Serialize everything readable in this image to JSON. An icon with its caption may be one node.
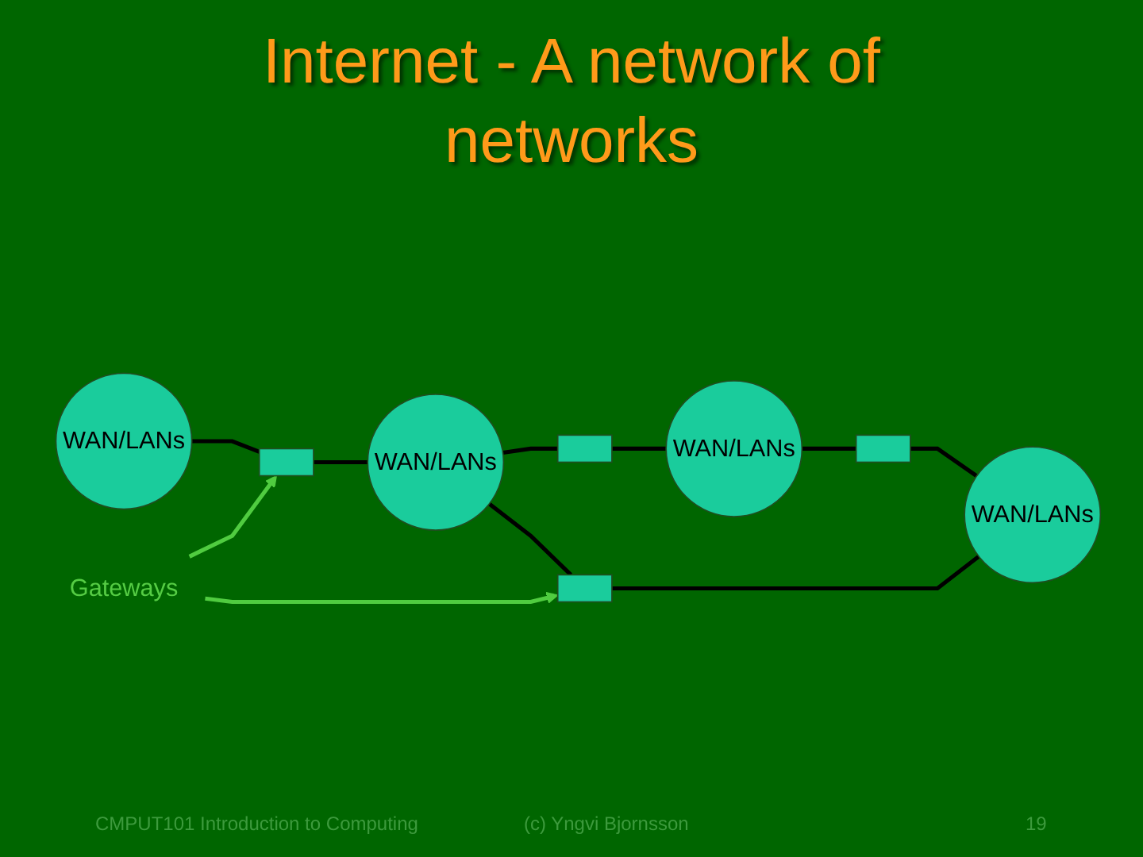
{
  "diagram": {
    "title": "Internet - A network of networks",
    "nodes": [
      {
        "text": [
          "WAN/LANs"
        ]
      },
      {
        "text": [],
        "shape": "box"
      },
      {
        "text": [
          "WAN/LANs"
        ]
      },
      {
        "text": [],
        "shape": "box"
      },
      {
        "text": [
          "WAN/LANs"
        ]
      },
      {
        "text": [
          "Gateways"
        ]
      },
      {
        "text": [],
        "shape": "box"
      },
      {
        "text": [],
        "shape": "box"
      },
      {
        "text": [
          "WAN/LANs"
        ]
      }
    ],
    "edges": [
      {
        "from": 0,
        "to": 1,
        "arrow": "none"
      },
      {
        "from": 1,
        "to": 2,
        "arrow": "none"
      },
      {
        "from": 2,
        "to": 3,
        "arrow": "none"
      },
      {
        "from": 3,
        "to": 4,
        "arrow": "none"
      },
      {
        "from": 5,
        "to": 1,
        "arrow": "to",
        "color": "#50cc40"
      },
      {
        "from": 2,
        "to": 6,
        "arrow": "none"
      },
      {
        "from": 5,
        "to": 6,
        "arrow": "to",
        "color": "#50cc40"
      },
      {
        "from": 4,
        "to": 7,
        "arrow": "none"
      },
      {
        "from": 6,
        "to": 8,
        "arrow": "none"
      },
      {
        "from": 7,
        "to": 8,
        "arrow": "none"
      }
    ],
    "labels": [
      "CMPUT101 Introduction to Computing",
      "(c) Yngvi Bjornsson",
      "19"
    ]
  }
}
